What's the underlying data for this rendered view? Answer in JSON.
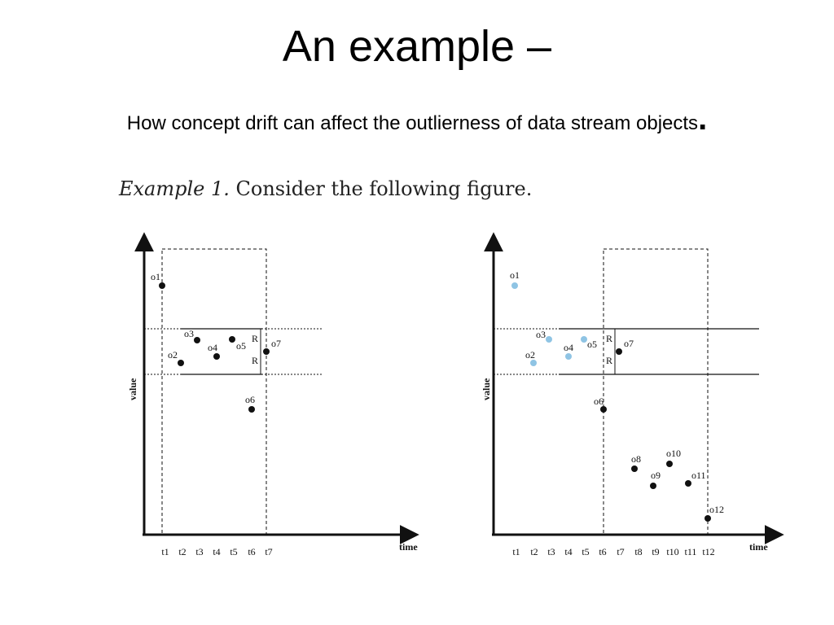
{
  "title": "An example –",
  "subtitle": "How concept drift can affect the outlierness of data stream objects",
  "subtitle_end": ".",
  "caption": {
    "prefix": "Example 1.",
    "text": " Consider the following figure."
  },
  "colors": {
    "dark_point": "#111111",
    "light_point": "#8fc4e4",
    "line": "#111111"
  },
  "left_panel": {
    "y_axis_label": "value",
    "x_axis_label": "time",
    "ticks": [
      "t1",
      "t2",
      "t3",
      "t4",
      "t5",
      "t6",
      "t7"
    ],
    "points": [
      {
        "label": "o1",
        "color": "dark"
      },
      {
        "label": "o2",
        "color": "dark"
      },
      {
        "label": "o3",
        "color": "dark"
      },
      {
        "label": "o4",
        "color": "dark"
      },
      {
        "label": "o5",
        "color": "dark"
      },
      {
        "label": "o6",
        "color": "dark"
      },
      {
        "label": "o7",
        "color": "dark"
      }
    ],
    "radius_labels": [
      "R",
      "R"
    ]
  },
  "right_panel": {
    "y_axis_label": "value",
    "x_axis_label": "time",
    "ticks": [
      "t1",
      "t2",
      "t3",
      "t4",
      "t5",
      "t6",
      "t7",
      "t8",
      "t9",
      "t10",
      "t11",
      "t12"
    ],
    "points": [
      {
        "label": "o1",
        "color": "light"
      },
      {
        "label": "o2",
        "color": "light"
      },
      {
        "label": "o3",
        "color": "light"
      },
      {
        "label": "o4",
        "color": "light"
      },
      {
        "label": "o5",
        "color": "light"
      },
      {
        "label": "o6",
        "color": "dark"
      },
      {
        "label": "o7",
        "color": "dark"
      },
      {
        "label": "o8",
        "color": "dark"
      },
      {
        "label": "o9",
        "color": "dark"
      },
      {
        "label": "o10",
        "color": "dark"
      },
      {
        "label": "o11",
        "color": "dark"
      },
      {
        "label": "o12",
        "color": "dark"
      }
    ],
    "radius_labels": [
      "R",
      "R"
    ]
  }
}
